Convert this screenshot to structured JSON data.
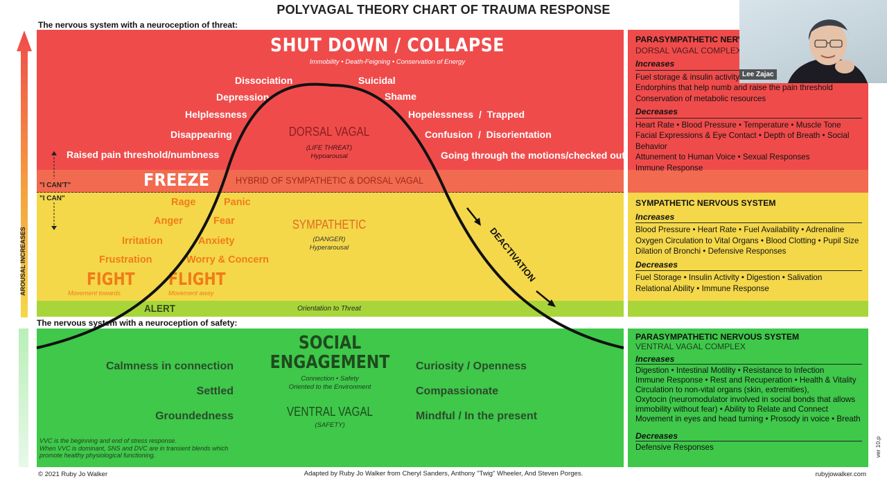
{
  "title": "POLYVAGAL THEORY CHART OF TRAUMA RESPONSE",
  "threat_heading": "The nervous system with a neuroception of threat:",
  "safety_heading": "The nervous system with a neuroception of safety:",
  "arousal_label": "AROUSAL INCREASES",
  "i_cant": "\"I CAN'T\"",
  "i_can": "\"I CAN\"",
  "shutdown": {
    "title": "SHUT DOWN / COLLAPSE",
    "subtitle": "Immobility • Death-Feigning • Conservation of Energy",
    "left_words": [
      "Dissociation",
      "Depression",
      "Helplessness",
      "Disappearing",
      "Raised pain threshold/numbness"
    ],
    "right_words": [
      "Suicidal",
      "Shame",
      "Hopelessness  /  Trapped",
      "Confusion  /  Disorientation",
      "Going through the motions/checked out"
    ],
    "center_title": "DORSAL VAGAL",
    "center_sub1": "(LIFE THREAT)",
    "center_sub2": "Hypoarousal"
  },
  "freeze": {
    "title": "FREEZE",
    "hybrid": "HYBRID OF SYMPATHETIC & DORSAL VAGAL"
  },
  "sympathetic": {
    "col1": [
      "Rage",
      "Anger",
      "Irritation",
      "Frustration"
    ],
    "col2": [
      "Panic",
      "Fear",
      "Anxiety",
      "Worry & Concern"
    ],
    "center_title": "SYMPATHETIC",
    "center_sub1": "(DANGER)",
    "center_sub2": "Hyperarousal",
    "fight": "FIGHT",
    "fight_sub": "Movement towards",
    "flight": "FLIGHT",
    "flight_sub": "Movement away",
    "deactivation": "DEACTIVATION"
  },
  "alert": {
    "label": "ALERT",
    "orientation": "Orientation to Threat"
  },
  "social": {
    "title1": "SOCIAL",
    "title2": "ENGAGEMENT",
    "sub1": "Connection • Safety",
    "sub2": "Oriented to the Environment",
    "ventral": "VENTRAL VAGAL",
    "ventral_sub": "(SAFETY)",
    "left_words": [
      "Calmness in connection",
      "Settled",
      "Groundedness"
    ],
    "right_words": [
      "Curiosity / Openness",
      "Compassionate",
      "Mindful / In the present"
    ],
    "note1": "VVC is the beginning and end of stress response.",
    "note2": "When VVC is dominant, SNS and DVC are in transient blends which",
    "note3": "promote healthy physiological functioning."
  },
  "panel_dorsal": {
    "heading": "PARASYMPATHETIC NERVOUS SYSTEM",
    "sub": "DORSAL VAGAL COMPLEX",
    "inc_label": "Increases",
    "inc": [
      "Fuel storage & insulin activity",
      "Endorphins that help numb and raise the pain threshold",
      "Conservation of metabolic resources"
    ],
    "dec_label": "Decreases",
    "dec": [
      "Heart Rate • Blood Pressure • Temperature • Muscle Tone",
      "Facial Expressions & Eye Contact • Depth of Breath • Social Behavior",
      "Attunement to Human Voice • Sexual Responses",
      "Immune Response"
    ]
  },
  "panel_symp": {
    "heading": "SYMPATHETIC NERVOUS SYSTEM",
    "inc_label": "Increases",
    "inc": [
      "Blood Pressure • Heart Rate • Fuel Availability • Adrenaline",
      "Oxygen Circulation to Vital Organs • Blood Clotting • Pupil Size",
      "Dilation of Bronchi • Defensive Responses"
    ],
    "dec_label": "Decreases",
    "dec": [
      "Fuel Storage • Insulin Activity • Digestion • Salivation",
      "Relational Ability • Immune Response"
    ]
  },
  "panel_ventral": {
    "heading": "PARASYMPATHETIC NERVOUS SYSTEM",
    "sub": "VENTRAL VAGAL COMPLEX",
    "inc_label": "Increases",
    "inc": [
      "Digestion • Intestinal Motility • Resistance to Infection",
      "Immune Response • Rest and Recuperation • Health & Vitality",
      "Circulation to non-vital organs (skin, extremities),",
      "Oxytocin (neuromodulator involved in social bonds that allows",
      "immobility without fear) • Ability to Relate and Connect",
      "Movement in eyes and head turning • Prosody in voice • Breath"
    ],
    "dec_label": "Decreases",
    "dec": [
      "Defensive Responses"
    ]
  },
  "footer": {
    "copyright": "© 2021 Ruby Jo Walker",
    "adapted": "Adapted by Ruby Jo Walker from Cheryl Sanders, Anthony \"Twig\" Wheeler, And Steven Porges.",
    "site": "rubyjowalker.com",
    "version": "ver 10.p"
  },
  "video": {
    "name": "Lee Zajac"
  },
  "colors": {
    "red": "#f04b4b",
    "freeze": "#f26a50",
    "yellow": "#f4d84a",
    "alert_green": "#a8d63a",
    "green": "#3fc84a"
  }
}
